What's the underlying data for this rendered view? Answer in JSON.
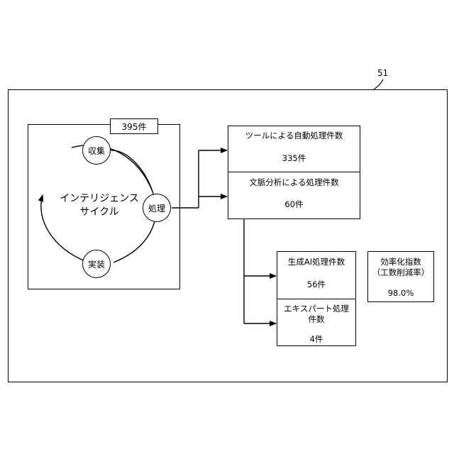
{
  "figure": {
    "ref_number": "51",
    "cycle_panel": {
      "count_label": "395件",
      "title_line1": "インテリジェンス",
      "title_line2": "サイクル",
      "node_collect": "収集",
      "node_process": "処理",
      "node_implement": "実装"
    },
    "tool_box": {
      "title": "ツールによる自動処理件数",
      "count": "335件"
    },
    "context_box": {
      "title": "文脈分析による処理件数",
      "count": "60件"
    },
    "genai_box": {
      "title": "生成AI処理件数",
      "count": "56件"
    },
    "expert_box": {
      "title_line1": "エキスパート処理",
      "title_line2": "件数",
      "count": "4件"
    },
    "efficiency_box": {
      "title_line1": "効率化指数",
      "title_line2": "（工数削減率）",
      "value": "98.0%"
    }
  }
}
